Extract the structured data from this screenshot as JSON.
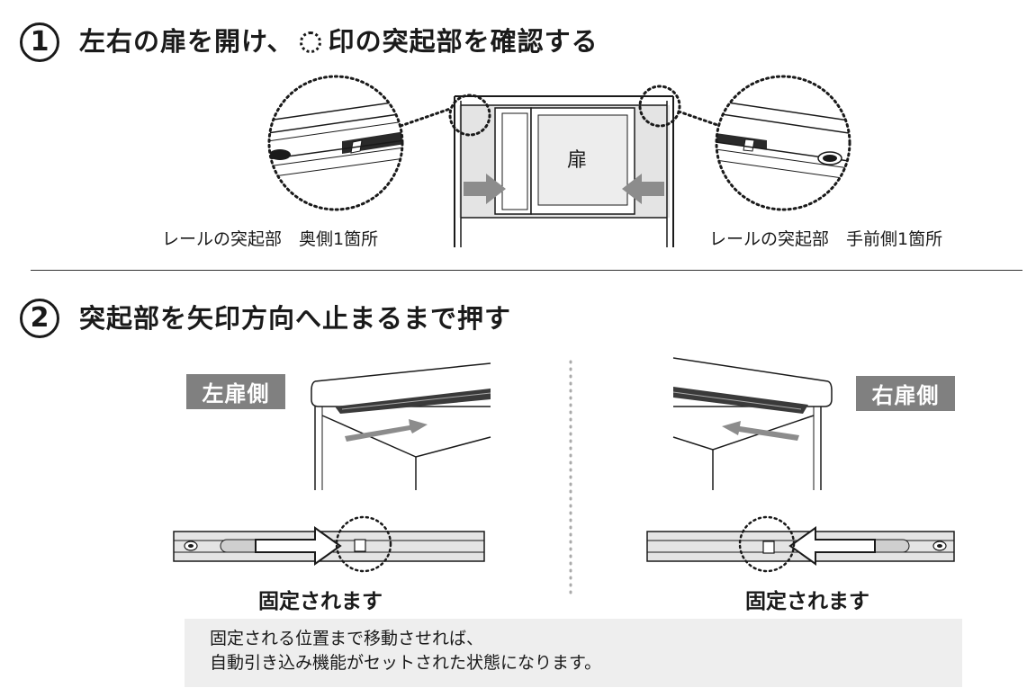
{
  "step1": {
    "number": "1",
    "title_before_mark": "左右の扉を開け、",
    "title_after_mark": "印の突起部を確認する",
    "door_label": "扉",
    "caption_left": "レールの突起部　奥側1箇所",
    "caption_right": "レールの突起部　手前側1箇所"
  },
  "step2": {
    "number": "2",
    "title": "突起部を矢印方向へ止まるまで押す",
    "left_badge": "左扉側",
    "right_badge": "右扉側",
    "left_fixed": "固定されます",
    "right_fixed": "固定されます"
  },
  "note": {
    "line1": "固定される位置まで移動させれば、",
    "line2": "自動引き込み機能がセットされた状態になります。"
  },
  "colors": {
    "badge_gray": "#808080",
    "arrow_gray": "#8c8c8c",
    "panel_gray": "#e4e4e4",
    "note_bg": "#eeeeee"
  }
}
